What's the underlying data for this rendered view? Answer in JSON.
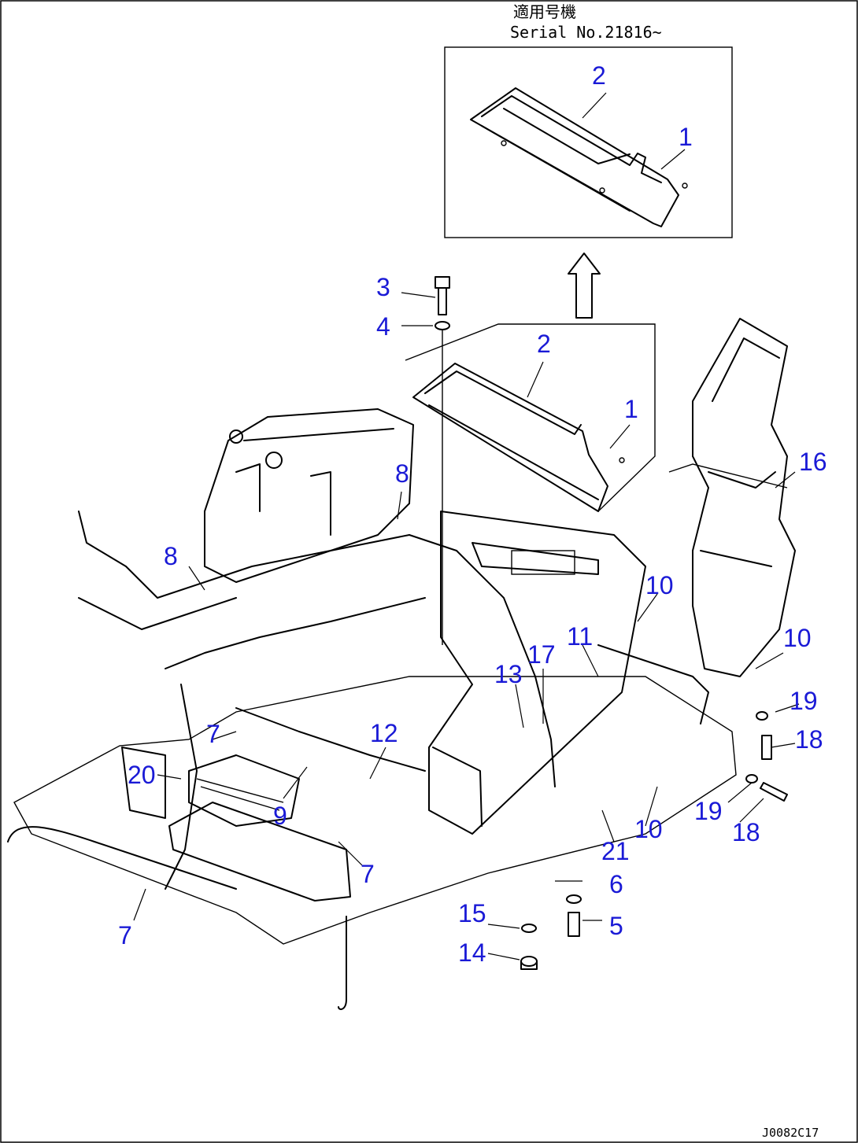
{
  "header": {
    "applicability_jp": "適用号機",
    "serial": "Serial No.21816~"
  },
  "drawing_code": "J0082C17",
  "callouts": [
    "1",
    "2",
    "3",
    "4",
    "5",
    "6",
    "7",
    "8",
    "9",
    "10",
    "11",
    "12",
    "13",
    "14",
    "15",
    "16",
    "17",
    "18",
    "19",
    "20",
    "21"
  ]
}
